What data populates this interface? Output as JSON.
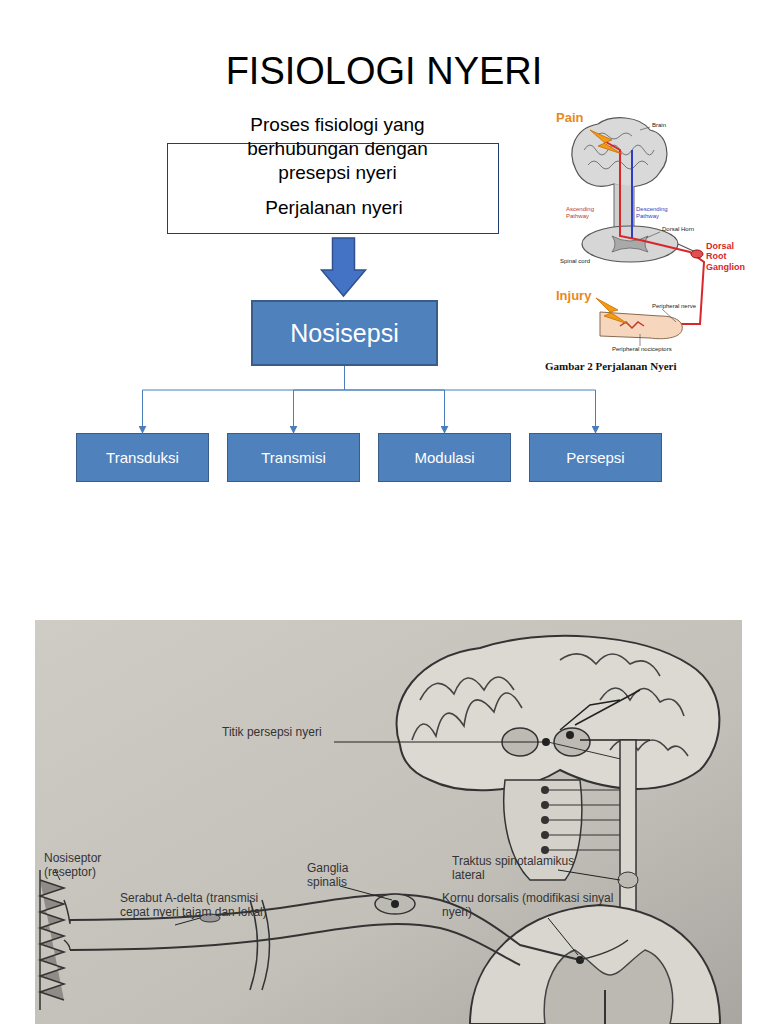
{
  "diagram": {
    "title": "FISIOLOGI NYERI",
    "nodes": [
      {
        "text": [
          "Proses fisiologi yang berhubungan dengan presepsi nyeri",
          "Perjalanan nyeri"
        ]
      },
      {
        "text": [
          "Nosisepsi"
        ]
      },
      {
        "text": [
          "Transduksi"
        ]
      },
      {
        "text": [
          "Transmisi"
        ]
      },
      {
        "text": [
          "Modulasi"
        ]
      },
      {
        "text": [
          "Persepsi"
        ]
      }
    ],
    "edges": [
      {
        "from": 0,
        "to": 1,
        "arrow": "to"
      },
      {
        "from": 1,
        "to": 2,
        "arrow": "to"
      },
      {
        "from": 1,
        "to": 3,
        "arrow": "to"
      },
      {
        "from": 1,
        "to": 4,
        "arrow": "to"
      },
      {
        "from": 1,
        "to": 5,
        "arrow": "to"
      }
    ],
    "labels": [
      "Pain",
      "Brain",
      "Ascending Pathway",
      "Descending Pathway",
      "Dorsal Horn",
      "Dorsal Root Ganglion",
      "Spinal cord",
      "Injury",
      "Peripheral nerve",
      "Peripheral nociceptors",
      "Gambar 2 Perjalanan Nyeri",
      "Titik persepsi nyeri",
      "Nosiseptor (reseptor)",
      "Serabut A-delta (transmisi cepat nyeri tajam dan lokal)",
      "Ganglia spinalis",
      "Traktus spinotalamikus lateral",
      "Kornu dorsalis (modifikasi sinyal nyeri)"
    ]
  }
}
